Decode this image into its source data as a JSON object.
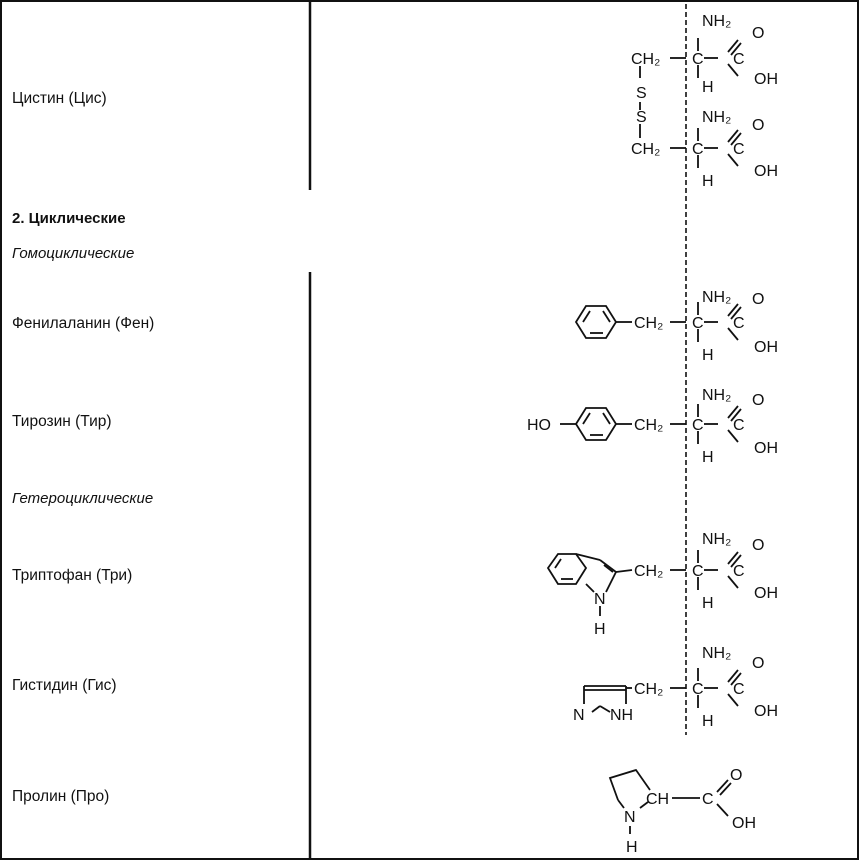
{
  "rows": [
    {
      "label": "Цистин (Цис)"
    },
    {
      "label": "Фенилаланин (Фен)"
    },
    {
      "label": "Тирозин (Тир)"
    },
    {
      "label": "Триптофан (Три)"
    },
    {
      "label": "Гистидин (Гис)"
    },
    {
      "label": "Пролин (Про)"
    }
  ],
  "sections": {
    "cyclic": "2. Циклические",
    "homocyclic": "Гомоциклические",
    "heterocyclic": "Гетероциклические"
  },
  "chem": {
    "nh2": "NH₂",
    "o": "O",
    "oh": "OH",
    "h": "H",
    "c": "C",
    "ch2": "CH₂",
    "ch": "CH",
    "s": "S",
    "n": "N",
    "nh": "NH",
    "ho": "HO"
  }
}
